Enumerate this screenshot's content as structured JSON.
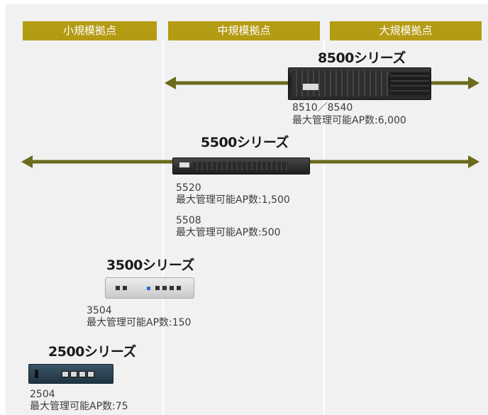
{
  "tiers": [
    {
      "label": "小規模拠点"
    },
    {
      "label": "中規模拠点"
    },
    {
      "label": "大規模拠点"
    }
  ],
  "colors": {
    "panel": "#f1f1f1",
    "tier_tab": "#b49b14",
    "arrow": "#6b6a1e"
  },
  "series": [
    {
      "title": "8500シリーズ",
      "models": [
        {
          "name": "8510／8540",
          "capacity": "最大管理可能AP数:6,000"
        }
      ]
    },
    {
      "title": "5500シリーズ",
      "models": [
        {
          "name": "5520",
          "capacity": "最大管理可能AP数:1,500"
        },
        {
          "name": "5508",
          "capacity": "最大管理可能AP数:500"
        }
      ]
    },
    {
      "title": "3500シリーズ",
      "models": [
        {
          "name": "3504",
          "capacity": "最大管理可能AP数:150"
        }
      ]
    },
    {
      "title": "2500シリーズ",
      "models": [
        {
          "name": "2504",
          "capacity": "最大管理可能AP数:75"
        }
      ]
    }
  ]
}
